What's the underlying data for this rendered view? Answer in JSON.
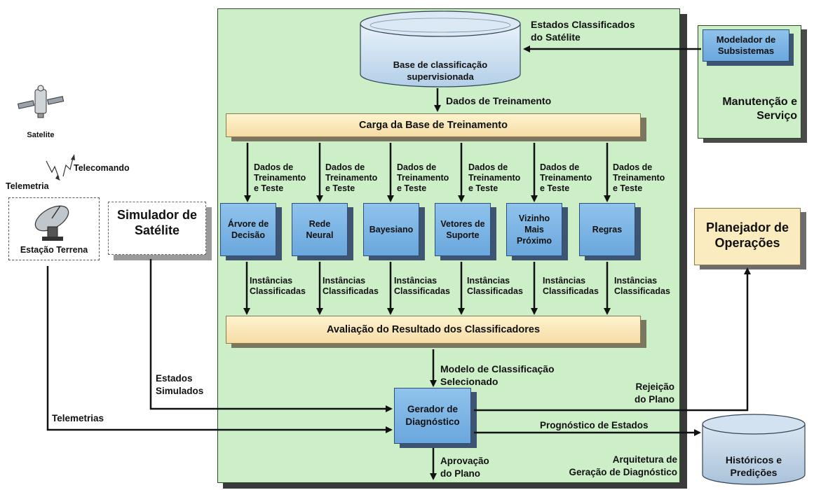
{
  "satellite_label": "Satelite",
  "telecommand_label": "Telecomando",
  "telemetry_label": "Telemetria",
  "ground_station_label": "Estação Terrena",
  "simulator_label": "Simulador de\nSatélite",
  "states_simulated_label": "Estados\nSimulados",
  "telemetries_label": "Telemetrias",
  "classification_db_label": "Base de classificação\nsupervisionada",
  "classified_states_label": "Estados Classificados\ndo Satélite",
  "training_data_label": "Dados de Treinamento",
  "training_load_label": "Carga da Base de Treinamento",
  "train_test_label": "Dados de\nTreinamento\ne Teste",
  "classifiers": [
    {
      "label": "Árvore de\nDecisão"
    },
    {
      "label": "Rede\nNeural"
    },
    {
      "label": "Bayesiano"
    },
    {
      "label": "Vetores de\nSuporte"
    },
    {
      "label": "Vizinho\nMais\nPróximo"
    },
    {
      "label": "Regras"
    }
  ],
  "classified_instances_label": "Instâncias\nClassificadas",
  "evaluation_label": "Avaliação do Resultado dos Classificadores",
  "selected_model_label": "Modelo de Classificação\nSelecionado",
  "diagnostic_generator_label": "Gerador de\nDiagnóstico",
  "plan_rejection_label": "Rejeição\ndo Plano",
  "state_prognosis_label": "Prognóstico de Estados",
  "plan_approval_label": "Aprovação\ndo Plano",
  "architecture_label": "Arquitetura de\nGeração de Diagnóstico",
  "subsystem_modeler_label": "Modelador de\nSubsistemas",
  "maintenance_label": "Manutenção e\nServiço",
  "operations_planner_label": "Planejador de\nOperações",
  "history_label": "Históricos e\nPredições",
  "colors": {
    "panel_green": "#ccefc8",
    "box_blue": "#7db6e6",
    "bar_yellow": "#f9e6b8",
    "planner_yellow": "#fbecc0",
    "cylinder_blue": "#c5ddf0"
  }
}
